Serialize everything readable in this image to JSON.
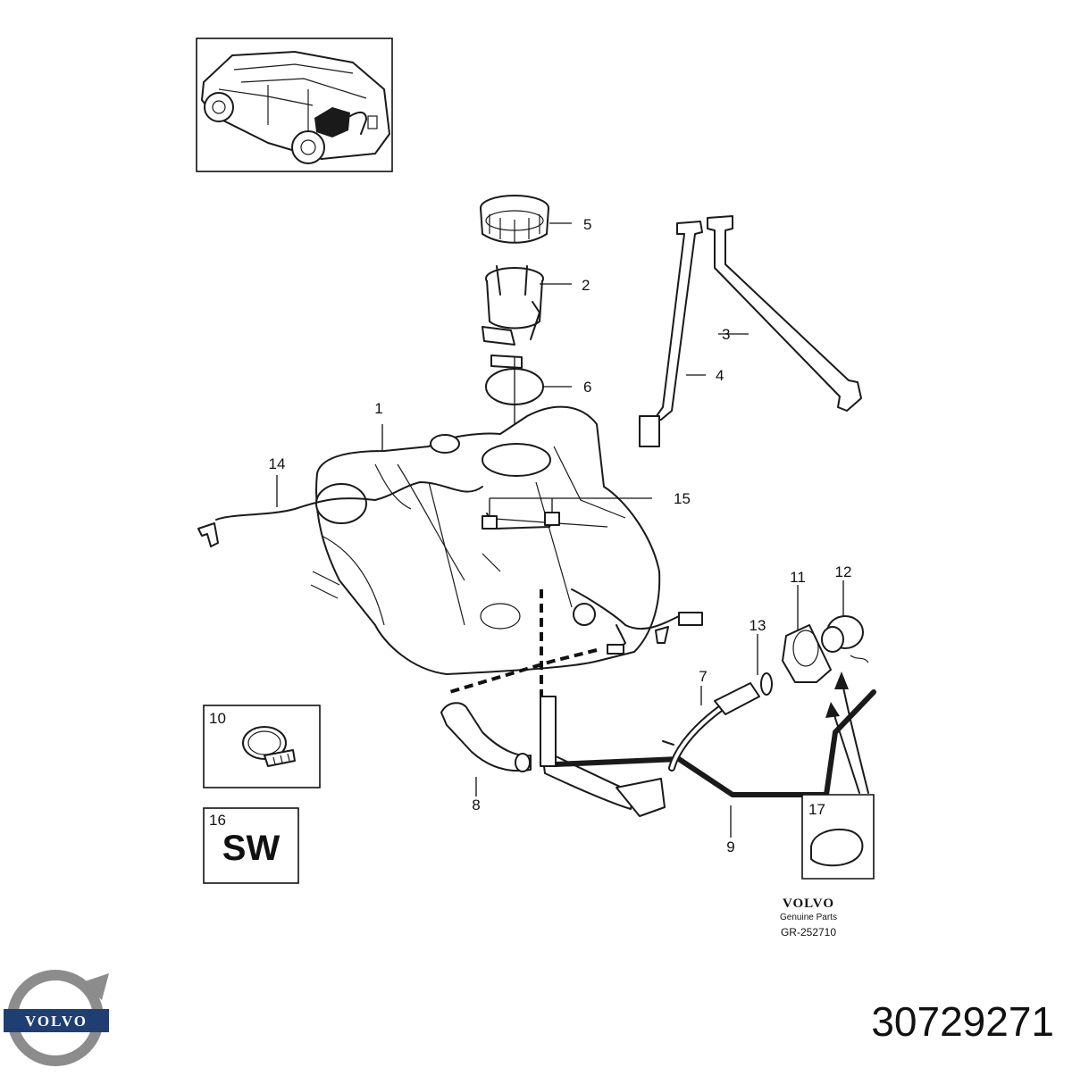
{
  "diagram": {
    "callouts": [
      "1",
      "2",
      "3",
      "4",
      "5",
      "6",
      "7",
      "8",
      "9",
      "10",
      "11",
      "12",
      "13",
      "14",
      "15",
      "16",
      "17"
    ],
    "inset_box_16_text": "SW",
    "brand_wordmark": "VOLVO",
    "genuine_parts": "Genuine Parts",
    "diagram_ref": "GR-252710"
  },
  "footer": {
    "logo_text": "VOLVO",
    "part_number": "30729271"
  },
  "colors": {
    "line": "#1a1a1a",
    "logo_blue": "#1f3f73",
    "logo_silver": "#8c8c8c"
  }
}
